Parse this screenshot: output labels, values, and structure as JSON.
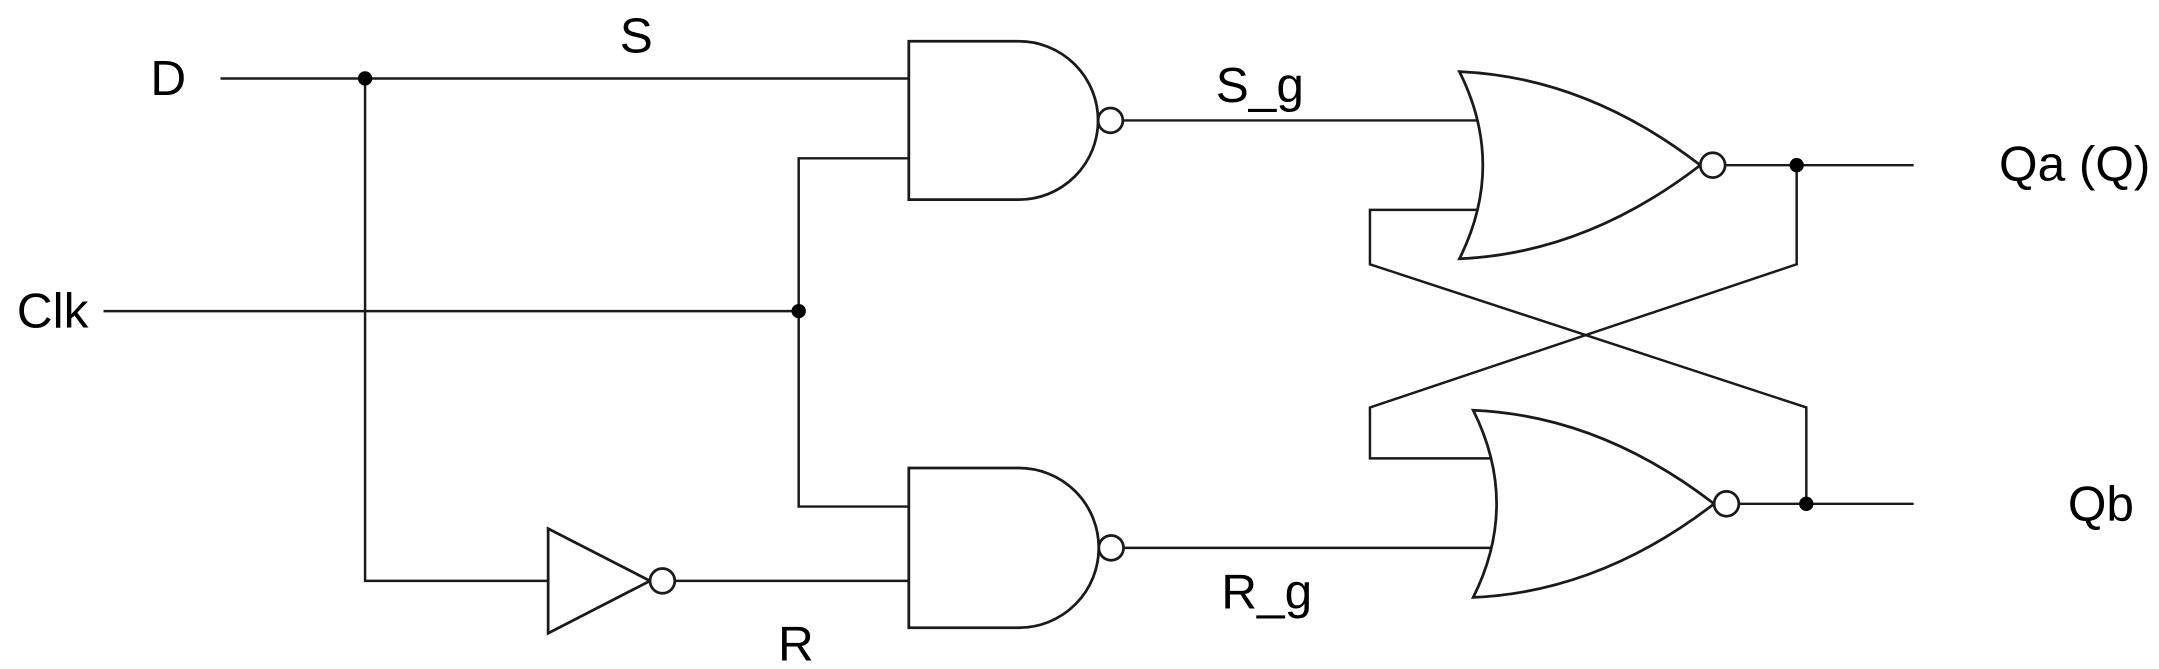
{
  "diagram": {
    "type": "logic-circuit-schematic",
    "description": "Gated D latch built from two NAND gates, one inverter and a cross-coupled NOR latch",
    "colors": {
      "background": "#ffffff",
      "stroke": "#1a1a1a",
      "text": "#000000"
    },
    "labels": {
      "d_input": "D",
      "clk_input": "Clk",
      "s_node": "S",
      "r_node": "R",
      "s_gated": "S_g",
      "r_gated": "R_g",
      "qa_output": "Qa (Q)",
      "qb_output": "Qb"
    },
    "gates": [
      {
        "id": "nand-top",
        "type": "NAND",
        "inputs": [
          "S",
          "Clk"
        ],
        "output": "S_g"
      },
      {
        "id": "not-gate",
        "type": "NOT",
        "inputs": [
          "D"
        ],
        "output": "R"
      },
      {
        "id": "nand-bottom",
        "type": "NAND",
        "inputs": [
          "Clk",
          "R"
        ],
        "output": "R_g"
      },
      {
        "id": "nor-top",
        "type": "NOR",
        "inputs": [
          "S_g",
          "Qb"
        ],
        "output": "Qa (Q)"
      },
      {
        "id": "nor-bottom",
        "type": "NOR",
        "inputs": [
          "Qa",
          "R_g"
        ],
        "output": "Qb"
      }
    ]
  }
}
